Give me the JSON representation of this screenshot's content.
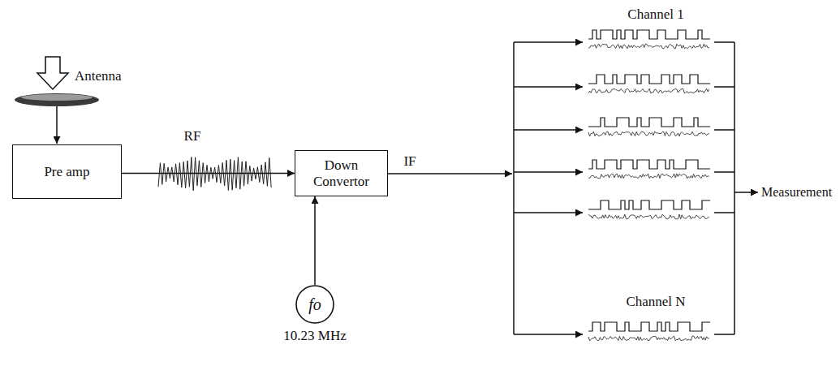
{
  "diagram": {
    "nodes": [
      {
        "text": [
          "Pre amp"
        ]
      },
      {
        "text": [
          "Down Convertor"
        ]
      },
      {
        "text": [
          "fo"
        ]
      }
    ],
    "edges": [
      {
        "from": 0,
        "to": 1,
        "arrow": "to",
        "label": "RF"
      },
      {
        "from": 2,
        "to": 1,
        "arrow": "to"
      }
    ],
    "labels": [
      "Antenna",
      "IF",
      "10.23 MHz",
      "Channel 1",
      "Channel N",
      "Measurement"
    ]
  }
}
